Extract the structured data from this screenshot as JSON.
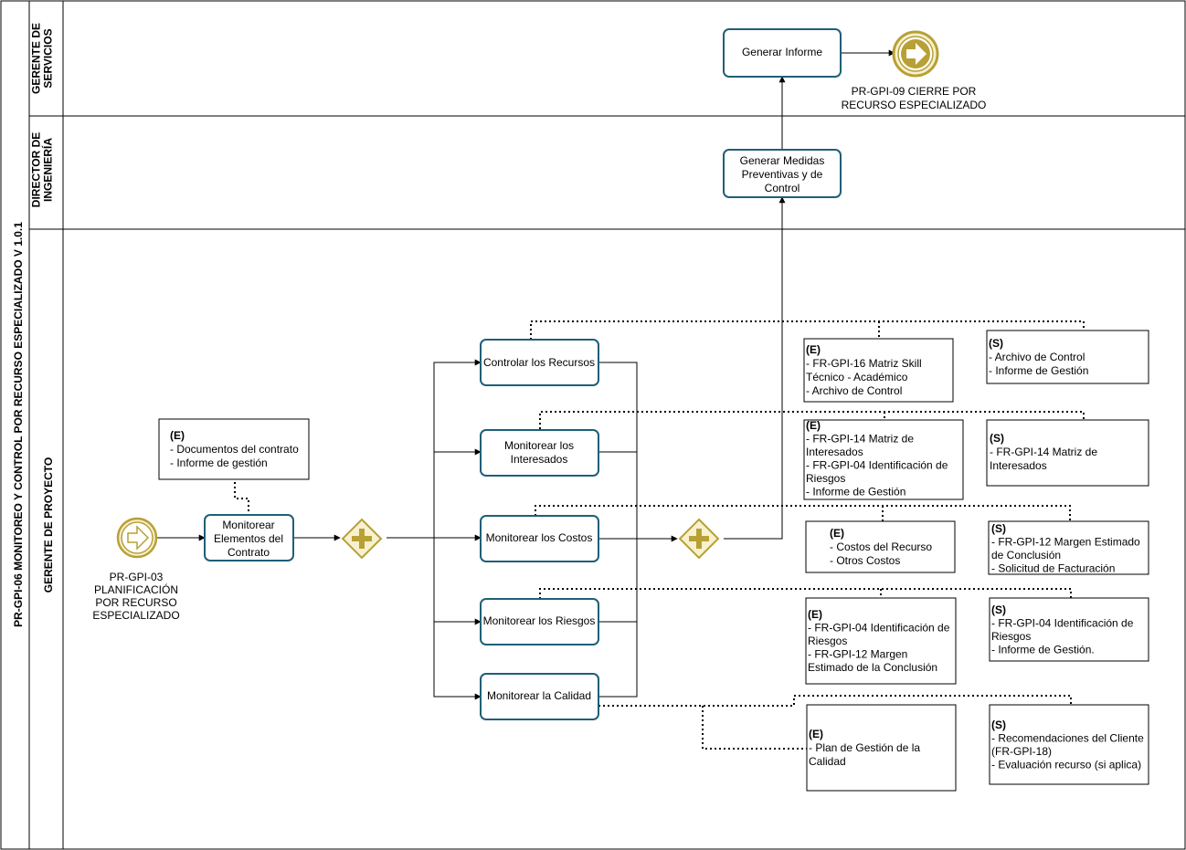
{
  "pool": {
    "title": "PR-GPI-06 MONITOREO Y CONTROL POR RECURSO ESPECIALIZADO V 1.0.1"
  },
  "lanes": {
    "gerente_servicios": [
      "GERENTE DE",
      "SERVICIOS"
    ],
    "director_ingenieria": [
      "DIRECTOR DE",
      "INGENIERÍA"
    ],
    "gerente_proyecto": "GERENTE DE PROYECTO"
  },
  "tasks": {
    "monitorear_elementos": [
      "Monitorear",
      "Elementos del",
      "Contrato"
    ],
    "controlar_recursos": [
      "Controlar los Recursos"
    ],
    "monitorear_interesados": [
      "Monitorear los",
      "Interesados"
    ],
    "monitorear_costos": [
      "Monitorear los Costos"
    ],
    "monitorear_riesgos": [
      "Monitorear los Riesgos"
    ],
    "monitorear_calidad": [
      "Monitorear la Calidad"
    ],
    "generar_medidas": [
      "Generar Medidas",
      "Preventivas y de",
      "Control"
    ],
    "generar_informe": [
      "Generar Informe"
    ]
  },
  "events": {
    "start_label": [
      "PR-GPI-03",
      "PLANIFICACIÓN",
      "POR RECURSO",
      "ESPECIALIZADO"
    ],
    "end_label": [
      "PR-GPI-09 CIERRE POR",
      "RECURSO ESPECIALIZADO"
    ]
  },
  "docs": {
    "doc_contrato": [
      "(E)",
      "- Documentos del contrato",
      "- Informe de gestión"
    ],
    "doc_recursos_e": [
      "(E)",
      "- FR-GPI-16 Matriz Skill",
      "Técnico - Académico",
      "- Archivo de Control"
    ],
    "doc_recursos_s": [
      "(S)",
      "- Archivo de Control",
      "- Informe de Gestión"
    ],
    "doc_interesados_e": [
      "(E)",
      "- FR-GPI-14 Matriz de",
      "Interesados",
      "- FR-GPI-04 Identificación de",
      "Riesgos",
      "- Informe de Gestión"
    ],
    "doc_interesados_s": [
      "(S)",
      "- FR-GPI-14 Matriz de",
      "Interesados"
    ],
    "doc_costos_e": [
      "(E)",
      "- Costos del Recurso",
      "- Otros Costos"
    ],
    "doc_costos_s": [
      "(S)",
      "- FR-GPI-12 Margen Estimado",
      "de Conclusión",
      "- Solicitud de Facturación"
    ],
    "doc_riesgos_e": [
      "(E)",
      "- FR-GPI-04 Identificación de",
      "Riesgos",
      "- FR-GPI-12 Margen",
      "Estimado de la Conclusión"
    ],
    "doc_riesgos_s": [
      "(S)",
      "- FR-GPI-04 Identificación de",
      "Riesgos",
      "- Informe de Gestión."
    ],
    "doc_calidad_e": [
      "(E)",
      "- Plan de Gestión de la",
      "Calidad"
    ],
    "doc_calidad_s": [
      "(S)",
      "- Recomendaciones del Cliente",
      "(FR-GPI-18)",
      "- Evaluación recurso (si aplica)"
    ]
  },
  "colors": {
    "task_border": "#1f5f78",
    "event_gold": "#b8a035",
    "event_fill": "#f7f1cf",
    "line": "#000000"
  }
}
